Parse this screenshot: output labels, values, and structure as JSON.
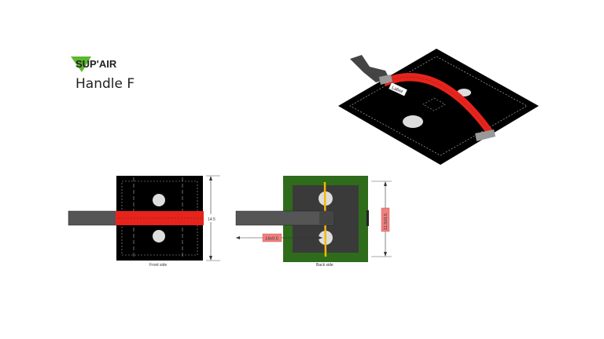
{
  "brand": {
    "name": "SUP'AIR",
    "accent_color": "#5cb82e"
  },
  "title": "Handle F",
  "iso_view": {
    "label_tag": "Label",
    "handle_color": "#e8231c",
    "panel_color": "#000000"
  },
  "front_view": {
    "caption": "Front side",
    "dimension": "14.5"
  },
  "back_view": {
    "caption": "Back side",
    "dimension_vertical": "11.5±0.5",
    "dimension_horizontal": "14±0.5",
    "mesh_color": "#2e6b1a",
    "stripe_color": "#f5b800"
  }
}
